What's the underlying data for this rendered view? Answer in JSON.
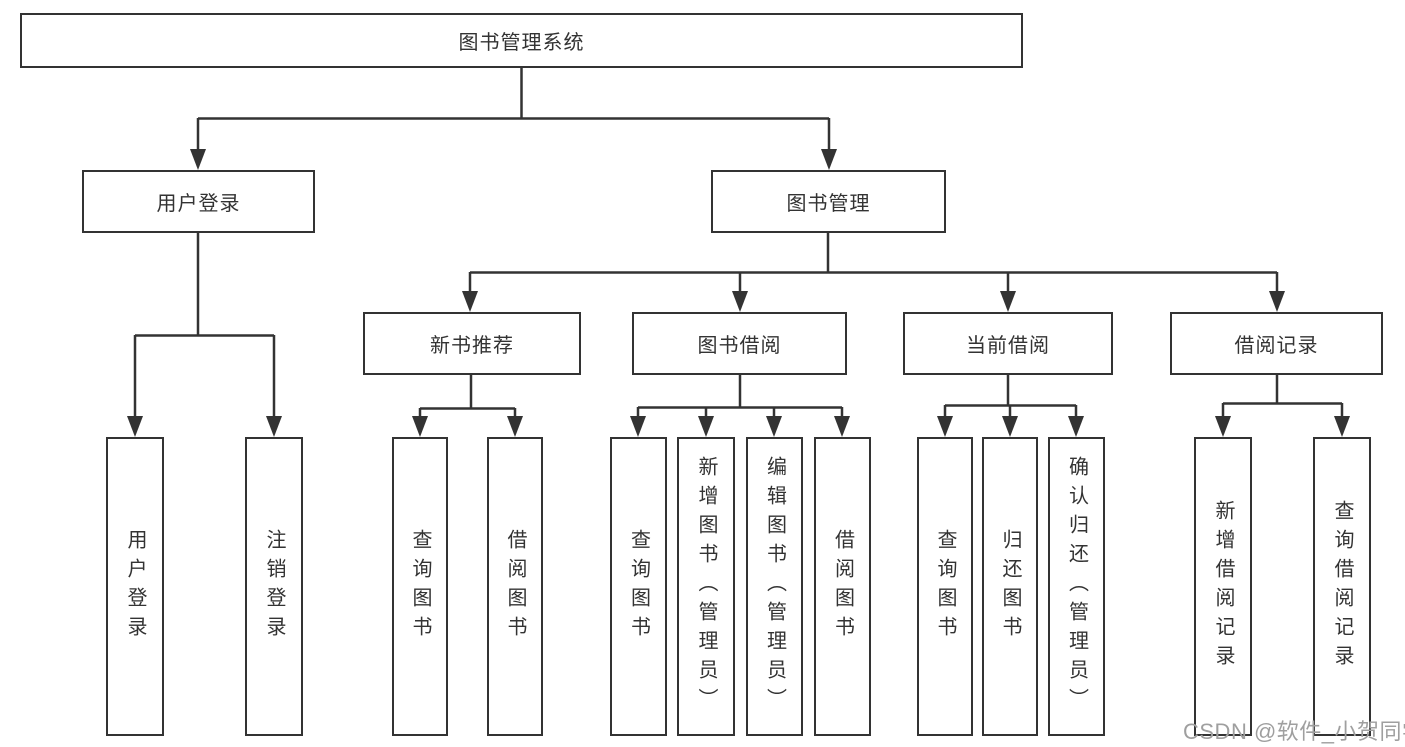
{
  "diagram_title": "图书管理系统",
  "watermark": "CSDN @软件_小贺同学",
  "colors": {
    "line": "#333333",
    "box_border": "#333333",
    "text": "#333333",
    "watermark": "#9f9f9f",
    "background": "#ffffff"
  },
  "tree": {
    "label": "图书管理系统",
    "children": [
      {
        "label": "用户登录",
        "children": [
          {
            "label": "用户登录"
          },
          {
            "label": "注销登录"
          }
        ]
      },
      {
        "label": "图书管理",
        "children": [
          {
            "label": "新书推荐",
            "children": [
              {
                "label": "查询图书"
              },
              {
                "label": "借阅图书"
              }
            ]
          },
          {
            "label": "图书借阅",
            "children": [
              {
                "label": "查询图书"
              },
              {
                "label": "新增图书（管理员）"
              },
              {
                "label": "编辑图书（管理员）"
              },
              {
                "label": "借阅图书"
              }
            ]
          },
          {
            "label": "当前借阅",
            "children": [
              {
                "label": "查询图书"
              },
              {
                "label": "归还图书"
              },
              {
                "label": "确认归还（管理员）"
              }
            ]
          },
          {
            "label": "借阅记录",
            "children": [
              {
                "label": "新增借阅记录"
              },
              {
                "label": "查询借阅记录"
              }
            ]
          }
        ]
      }
    ]
  }
}
